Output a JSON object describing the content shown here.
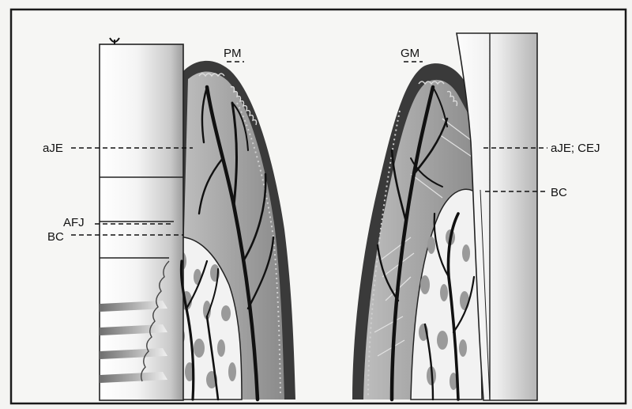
{
  "figure": {
    "left_panel": {
      "labels": {
        "pm": "PM",
        "aje": "aJE",
        "afj": "AFJ",
        "bc": "BC"
      }
    },
    "right_panel": {
      "labels": {
        "gm": "GM",
        "aje_cej": "aJE; CEJ",
        "bc": "BC"
      }
    },
    "colors": {
      "background": "#f4f4f2",
      "frame": "#1a1a1a",
      "epithelium_dark": "#3a3a3a",
      "connective_tissue_gray": "#9a9a9a",
      "bone_light": "#f2f2f2",
      "vessels": "#111111"
    }
  }
}
